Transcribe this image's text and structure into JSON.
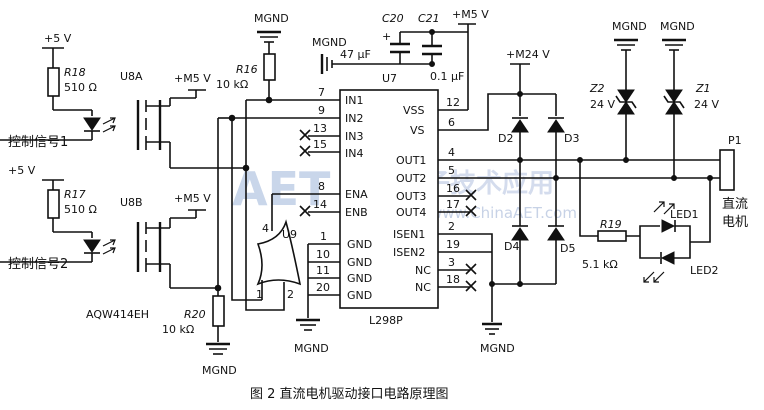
{
  "caption": "图 2   直流电机驱动接口电路原理图",
  "watermark": {
    "logo": "AET",
    "cn": "电子技术应用",
    "url": "www.ChinaAET.com"
  },
  "supplies": {
    "plus5v": "+5  V",
    "m5v": "+M5 V",
    "m24v": "+M24 V",
    "mgnd": "MGND"
  },
  "inputs": {
    "ctrl1": "控制信号1",
    "ctrl2": "控制信号2"
  },
  "parts": {
    "r18": {
      "ref": "R18",
      "value": "510  Ω"
    },
    "r17": {
      "ref": "R17",
      "value": "510  Ω"
    },
    "r16": {
      "ref": "R16",
      "value": "10  kΩ"
    },
    "r20": {
      "ref": "R20",
      "value": "10  kΩ"
    },
    "r19": {
      "ref": "R19",
      "value": "5.1  kΩ"
    },
    "c20": {
      "ref": "C20",
      "value": "47 μF"
    },
    "c21": {
      "ref": "C21",
      "value": "0.1 μF"
    },
    "u8a": "U8A",
    "u8b": "U8B",
    "u7": "U7",
    "u9": "U9",
    "relay": "AQW414EH",
    "d2": "D2",
    "d3": "D3",
    "d4": "D4",
    "d5": "D5",
    "z1": {
      "ref": "Z1",
      "value": "24 V"
    },
    "z2": {
      "ref": "Z2",
      "value": "24 V"
    },
    "led1": "LED1",
    "led2": "LED2",
    "p1": "P1",
    "motor": [
      "直流",
      "电机"
    ]
  },
  "ic": {
    "name": "L298P",
    "left_pins": [
      {
        "num": "7",
        "name": "IN1"
      },
      {
        "num": "9",
        "name": "IN2"
      },
      {
        "num": "13",
        "name": "IN3"
      },
      {
        "num": "15",
        "name": "IN4"
      },
      {
        "num": "8",
        "name": "ENA"
      },
      {
        "num": "14",
        "name": "ENB"
      },
      {
        "num": "1",
        "name": "GND"
      },
      {
        "num": "10",
        "name": "GND"
      },
      {
        "num": "11",
        "name": "GND"
      },
      {
        "num": "20",
        "name": "GND"
      }
    ],
    "right_pins": [
      {
        "num": "12",
        "name": "VSS"
      },
      {
        "num": "6",
        "name": "VS"
      },
      {
        "num": "4",
        "name": "OUT1"
      },
      {
        "num": "5",
        "name": "OUT2"
      },
      {
        "num": "16",
        "name": "OUT3"
      },
      {
        "num": "17",
        "name": "OUT4"
      },
      {
        "num": "2",
        "name": "ISEN1"
      },
      {
        "num": "19",
        "name": "ISEN2"
      },
      {
        "num": "3",
        "name": "NC"
      },
      {
        "num": "18",
        "name": "NC"
      }
    ],
    "gate_pins": [
      "4",
      "1",
      "2"
    ]
  }
}
